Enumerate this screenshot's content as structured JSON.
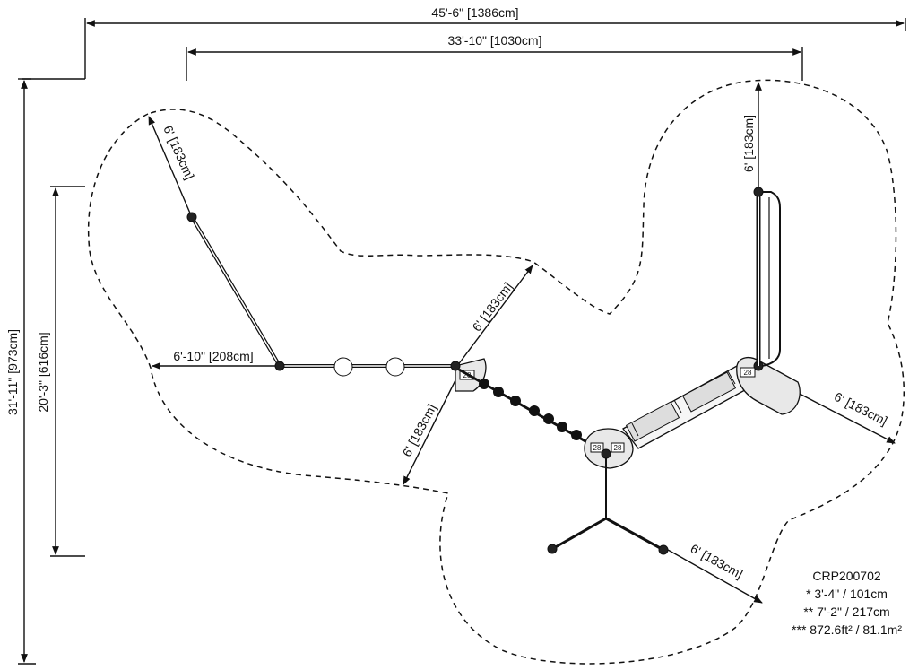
{
  "dimensions": {
    "overall_width": "45'-6\" [1386cm]",
    "inner_width": "33'-10\" [1030cm]",
    "overall_depth": "31'-11\" [973cm]",
    "inner_depth": "20'-3\" [616cm]",
    "clearance_left_top": "6' [183cm]",
    "clearance_left_mid": "6'-10\" [208cm]",
    "clearance_center_up": "6' [183cm]",
    "clearance_center_down": "6' [183cm]",
    "clearance_right_top": "6' [183cm]",
    "clearance_right_side": "6' [183cm]",
    "clearance_bottom": "6' [183cm]"
  },
  "deck_tags": [
    "28",
    "28",
    "28",
    "28"
  ],
  "notes": {
    "model": "CRP200702",
    "line1": "* 3'-4\" / 101cm",
    "line2": "** 7'-2\" / 217cm",
    "line3": "*** 872.6ft² / 81.1m²"
  }
}
